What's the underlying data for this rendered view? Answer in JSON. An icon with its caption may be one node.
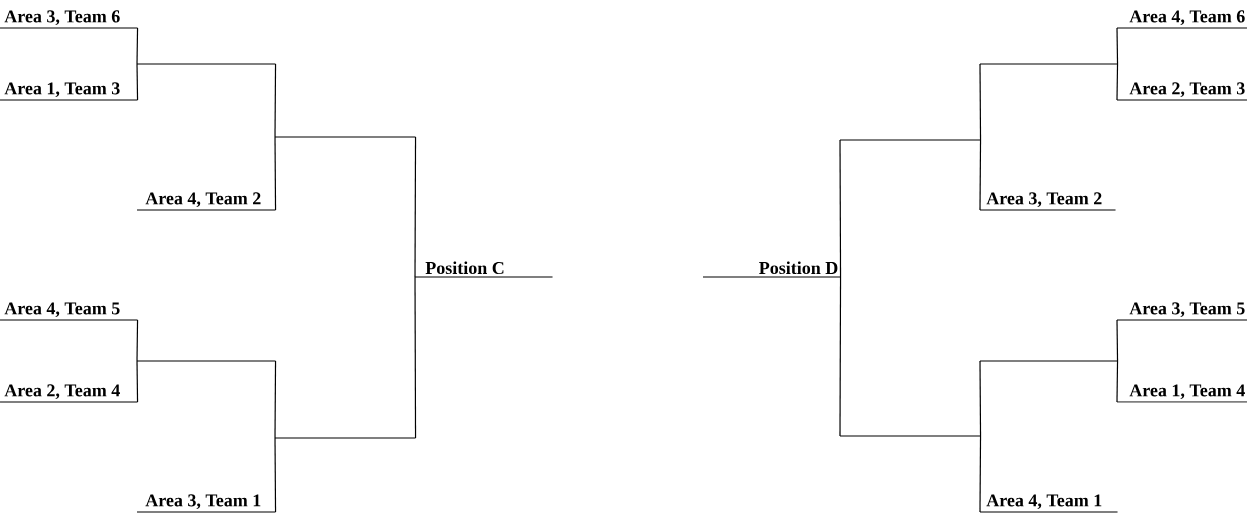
{
  "diagram": {
    "nodes": [
      {
        "text": [
          "Area 3, Team 6"
        ]
      },
      {
        "text": [
          "Area 1, Team 3"
        ]
      },
      {
        "text": [],
        "shape": "line"
      },
      {
        "text": [
          "Area 4, Team 2"
        ]
      },
      {
        "text": [],
        "shape": "line"
      },
      {
        "text": [
          "Area 4, Team 5"
        ]
      },
      {
        "text": [
          "Area 2, Team 4"
        ]
      },
      {
        "text": [],
        "shape": "line"
      },
      {
        "text": [
          "Area 3, Team 1"
        ]
      },
      {
        "text": [],
        "shape": "line"
      },
      {
        "text": [
          "Position C"
        ]
      },
      {
        "text": [
          "Position D"
        ]
      },
      {
        "text": [],
        "shape": "line"
      },
      {
        "text": [],
        "shape": "line"
      },
      {
        "text": [
          "Area 4, Team 6"
        ]
      },
      {
        "text": [
          "Area 2, Team 3"
        ]
      },
      {
        "text": [
          "Area 3, Team 2"
        ]
      },
      {
        "text": [],
        "shape": "line"
      },
      {
        "text": [],
        "shape": "line"
      },
      {
        "text": [
          "Area 3, Team 5"
        ]
      },
      {
        "text": [
          "Area 1, Team 4"
        ]
      },
      {
        "text": [
          "Area 4, Team 1"
        ]
      }
    ],
    "edges": [
      {
        "from": 0,
        "to": 2,
        "arrow": "none"
      },
      {
        "from": 1,
        "to": 2,
        "arrow": "none"
      },
      {
        "from": 2,
        "to": 4,
        "arrow": "none"
      },
      {
        "from": 3,
        "to": 4,
        "arrow": "none"
      },
      {
        "from": 4,
        "to": 10,
        "arrow": "none"
      },
      {
        "from": 5,
        "to": 7,
        "arrow": "none"
      },
      {
        "from": 6,
        "to": 7,
        "arrow": "none"
      },
      {
        "from": 7,
        "to": 9,
        "arrow": "none"
      },
      {
        "from": 8,
        "to": 9,
        "arrow": "none"
      },
      {
        "from": 9,
        "to": 10,
        "arrow": "none"
      },
      {
        "from": 14,
        "to": 13,
        "arrow": "none"
      },
      {
        "from": 15,
        "to": 13,
        "arrow": "none"
      },
      {
        "from": 13,
        "to": 12,
        "arrow": "none"
      },
      {
        "from": 16,
        "to": 12,
        "arrow": "none"
      },
      {
        "from": 12,
        "to": 11,
        "arrow": "none"
      },
      {
        "from": 19,
        "to": 18,
        "arrow": "none"
      },
      {
        "from": 20,
        "to": 18,
        "arrow": "none"
      },
      {
        "from": 18,
        "to": 17,
        "arrow": "none"
      },
      {
        "from": 21,
        "to": 17,
        "arrow": "none"
      },
      {
        "from": 17,
        "to": 11,
        "arrow": "none"
      }
    ]
  }
}
